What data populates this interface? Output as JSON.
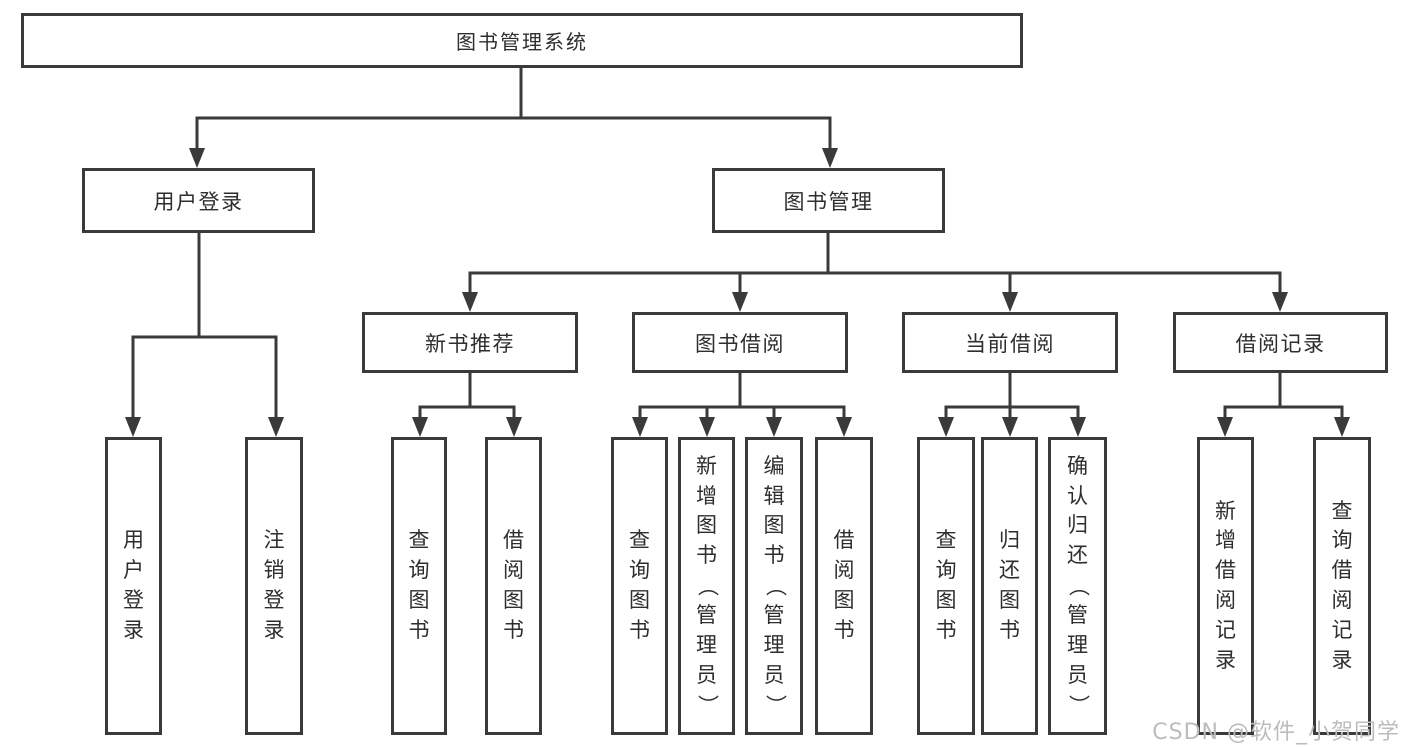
{
  "diagram": {
    "root": "图书管理系统",
    "user_login": {
      "label": "用户登录",
      "children": {
        "login": "用户登录",
        "logout": "注销登录"
      }
    },
    "book_management": {
      "label": "图书管理",
      "children": {
        "new_book_recommendation": {
          "label": "新书推荐",
          "children": {
            "query_books": "查询图书",
            "borrow_books": "借阅图书"
          }
        },
        "book_borrowing": {
          "label": "图书借阅",
          "children": {
            "query_books": "查询图书",
            "add_books": "新增图书（管理员）",
            "edit_books": "编辑图书（管理员）",
            "borrow_books": "借阅图书"
          }
        },
        "current_borrowing": {
          "label": "当前借阅",
          "children": {
            "query_books": "查询图书",
            "return_books": "归还图书",
            "confirm_return": "确认归还（管理员）"
          }
        },
        "borrowing_records": {
          "label": "借阅记录",
          "children": {
            "add_record": "新增借阅记录",
            "query_record": "查询借阅记录"
          }
        }
      }
    },
    "colors": {
      "line": "#3a3a3a",
      "text": "#2e2e2e",
      "background": "#ffffff",
      "watermark": "#bcbcbc"
    },
    "watermark": "CSDN @软件_小贺同学"
  }
}
